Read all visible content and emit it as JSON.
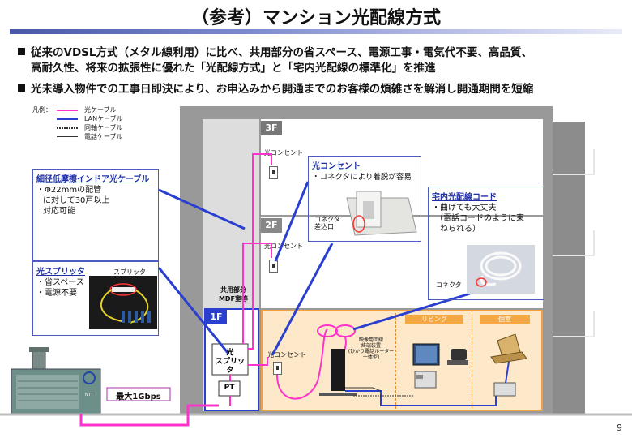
{
  "title": "（参考）マンション光配線方式",
  "bullets": [
    {
      "line1": "従来のVDSL方式（メタル線利用）に比べ、共用部分の省スペース、電源工事・電気代不要、高品質、",
      "line2": "高耐久性、将来の拡張性に優れた「光配線方式」と「宅内光配線の標準化」を推進"
    },
    {
      "line1": "光未導入物件での工事日即決により、お申込みから開通までのお客様の煩雑さを解消し開通期間を短縮"
    }
  ],
  "legend": {
    "title": "凡例：",
    "items": [
      {
        "label": "光ケーブル",
        "color": "#ff33cc"
      },
      {
        "label": "LANケーブル",
        "color": "#2a3fd0"
      },
      {
        "label": "同軸ケーブル",
        "color": "#333333"
      },
      {
        "label": "電話ケーブル",
        "color": "#333333"
      }
    ]
  },
  "floors": {
    "f3": "3F",
    "f2": "2F",
    "f1": "1F"
  },
  "shaft_label": "共用部分\nMDF室等",
  "outlet_label": "光コンセント",
  "callouts": {
    "cable": {
      "title": "細径低摩擦インドア光ケーブル",
      "text1": "・Φ22mmの配管",
      "text2": "に対して30戸以上",
      "text3": "対応可能"
    },
    "splitter": {
      "title": "光スプリッタ",
      "text1": "・省スペース",
      "text2": "・電源不要",
      "tag": "スプリッタ"
    },
    "outlet": {
      "title": "光コンセント",
      "text1": "・コネクタにより着脱が容易",
      "tag1": "コネクタ",
      "tag2": "差込口"
    },
    "cord": {
      "title": "宅内光配線コード",
      "text1": "・曲げても大丈夫",
      "text2": "（電話コードのように束",
      "text3": "ねられる）",
      "tag": "コネクタ"
    }
  },
  "equipment": {
    "splitter_box1": "光",
    "splitter_box2": "スプリッタ",
    "pt": "PT",
    "speed": "最大1Gbps",
    "onu1": "映像用回線",
    "onu2": "終端装置",
    "onu3": "(ひかり電話ルーター一体型)",
    "living": "リビング",
    "private": "個室"
  },
  "page_number": "9"
}
